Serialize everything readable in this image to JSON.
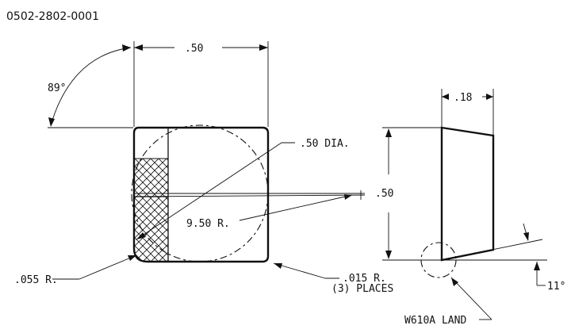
{
  "part_number": "0502-2802-0001",
  "dimensions": {
    "width": ".50",
    "height": ".50",
    "thickness": ".18",
    "angle_top": "89°",
    "inscribed_circle": ".50 DIA.",
    "edge_radius": "9.50 R.",
    "corner_radius": ".055 R.",
    "small_radius_line1": ".015 R.",
    "small_radius_line2": "(3) PLACES",
    "clearance_angle": "11°",
    "land_note": "W610A LAND"
  }
}
